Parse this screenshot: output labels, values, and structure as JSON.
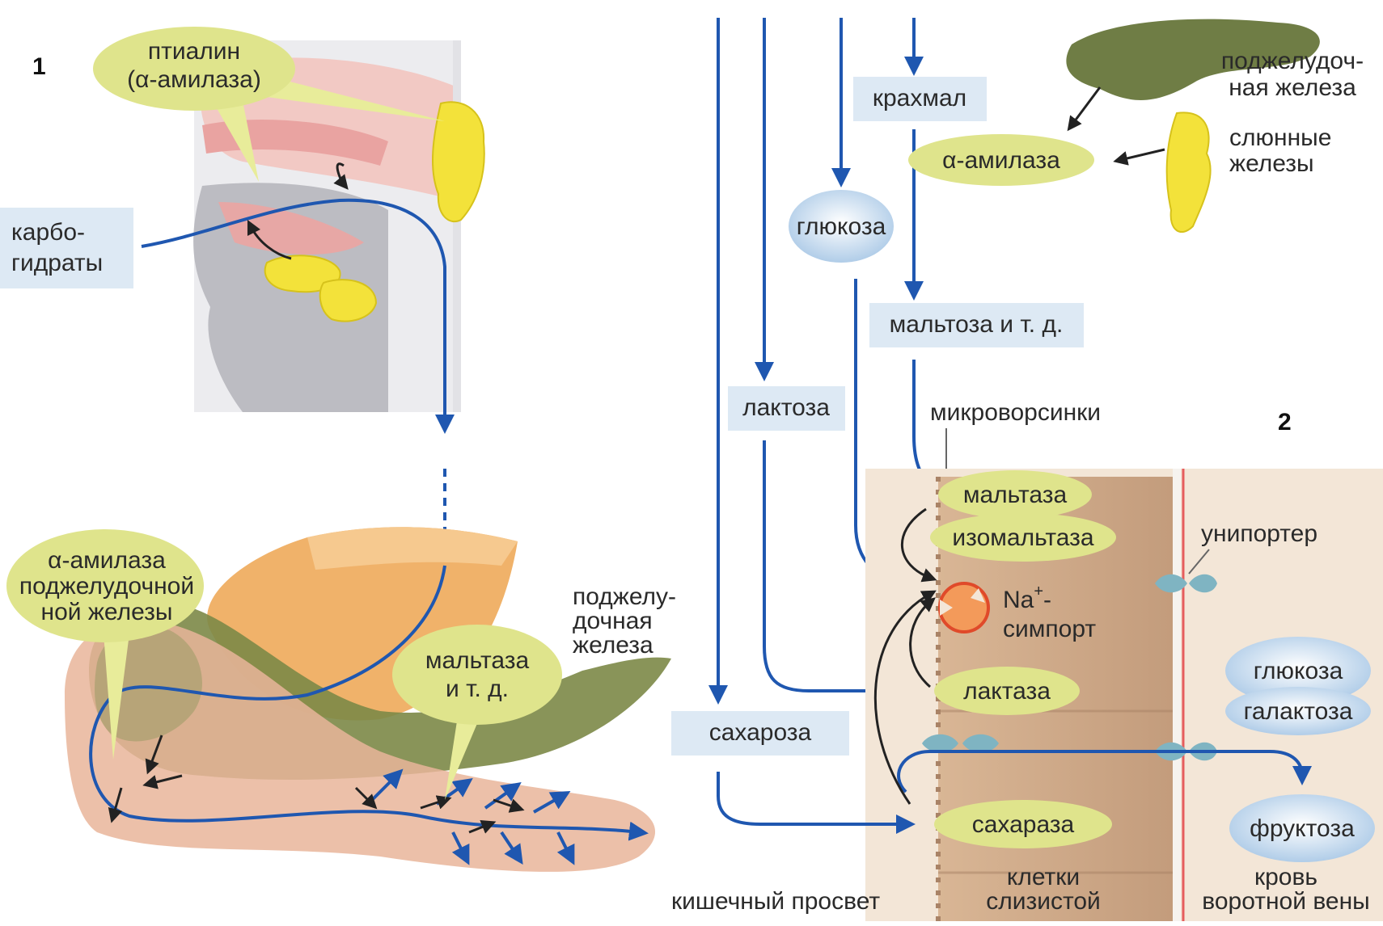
{
  "panel_numbers": {
    "p1": "1",
    "p2": "2"
  },
  "left": {
    "ptyalin": [
      "птиалин",
      "(α-амилаза)"
    ],
    "carbs": [
      "карбо-",
      "гидраты"
    ],
    "pancreatic_amylase": [
      "α-амилаза",
      "поджелудочной",
      "ной железы"
    ],
    "pancreas": [
      "поджелу-",
      "дочная",
      "железа"
    ],
    "maltase": [
      "мальтаза",
      "и т. д."
    ]
  },
  "right": {
    "pancreas_gland": [
      "поджелудоч-",
      "ная железа"
    ],
    "salivary_glands": [
      "слюнные",
      "железы"
    ],
    "starch": "крахмал",
    "alpha_amylase": "α-амилаза",
    "glucose_in": "глюкоза",
    "maltose": "мальтоза и т. д.",
    "lactose": "лактоза",
    "microvilli": "микроворсинки",
    "sucrose": "сахароза",
    "maltase": "мальтаза",
    "isomaltase": "изомальтаза",
    "uniporter": "унипортер",
    "na_symport": [
      "Na",
      "+",
      "-",
      "симпорт"
    ],
    "lactase": "лактаза",
    "glucose_out": "глюкоза",
    "galactose": "галактоза",
    "sucrase": "сахараза",
    "fructose": "фруктоза",
    "lumen": "кишечный просвет",
    "mucosa_cells": [
      "клетки",
      "слизистой"
    ],
    "portal_blood": [
      "кровь",
      "воротной вены"
    ]
  },
  "colors": {
    "flow": "#1f57b0",
    "enzyme_fill": "#dfe48c",
    "label_box": "#dde9f4",
    "gland_yellow": "#f3e23a",
    "pancreas_green": "#6f7d45",
    "cell_brown": "#caa789",
    "transporter": "#7fb4c2",
    "symporter": "#e04a2a"
  }
}
